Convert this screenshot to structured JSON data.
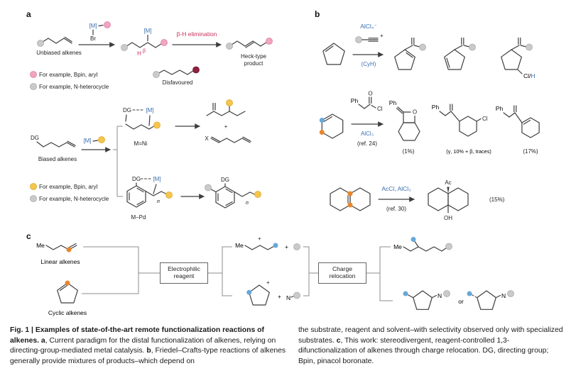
{
  "panel_labels": {
    "a": "a",
    "b": "b",
    "c": "c"
  },
  "colors": {
    "pink": "#f2a4c0",
    "gray": "#cacaca",
    "yellow": "#f6c54b",
    "dark_red": "#8e2040",
    "orange": "#e8862c",
    "blue_dot": "#66a9d8",
    "blue_text": "#3a6fae",
    "red_text": "#cb2e5b"
  },
  "a": {
    "metal": "[M]",
    "br": "Br",
    "beta_h_elimination": "β-H elimination",
    "h": "H",
    "beta": "β",
    "unbiased_label": "Unbiased alkenes",
    "heck_line1": "Heck-type",
    "heck_line2": "product",
    "disfavoured_label": "Disfavoured",
    "legend_pink": "For example, Bpin, aryl",
    "legend_gray": "For example, N-heterocycle",
    "dg": "DG",
    "biased_label": "Biased alkenes",
    "m_ni": "M=Ni",
    "m_pd": "M–Pd",
    "plus": "+",
    "x_group": "X",
    "n": "n",
    "legend_yellow": "For example, Bpin, aryl",
    "legend_gray_2": "For example, N-heterocycle"
  },
  "b": {
    "alcl4": "AlCl₄⁻",
    "plus": "+",
    "cyh": "(CyH)",
    "ph": "Ph",
    "o": "O",
    "cl": "Cl",
    "cl_slash": "Cl/",
    "h_blue": "H",
    "alcl3": "AlCl₃",
    "ref_24": "(ref. 24)",
    "yield_1": "(1%)",
    "yield_gamma": "(γ, 10% + β, traces)",
    "yield_17": "(17%)",
    "accl": "AcCl, AlCl₃",
    "ref_30": "(ref. 30)",
    "ac": "Ac",
    "oh": "OH",
    "yield_15": "(15%)"
  },
  "c": {
    "me": "Me",
    "linear_label": "Linear alkenes",
    "cyclic_label": "Cyclic alkenes",
    "box_electrophilic": "Electrophilic reagent",
    "box_charge": "Charge relocation",
    "plus": "+",
    "n": "N",
    "or": "or"
  },
  "caption": {
    "left": [
      "Fig. 1 | Examples of state-of-the-art remote functionalization reactions of alkenes. ",
      "a",
      ", Current paradigm for the distal functionalization of alkenes, relying on directing-group-mediated metal catalysis. ",
      "b",
      ", Friedel–Crafts-type reactions of alkenes generally provide mixtures of products–which depend on"
    ],
    "right": [
      "the substrate, reagent and solvent–with selectivity observed only with specialized substrates. ",
      "c",
      ", This work: stereodivergent, reagent-controlled 1,3-difunctionalization of alkenes through charge relocation. DG, directing group; Bpin, pinacol boronate."
    ]
  }
}
